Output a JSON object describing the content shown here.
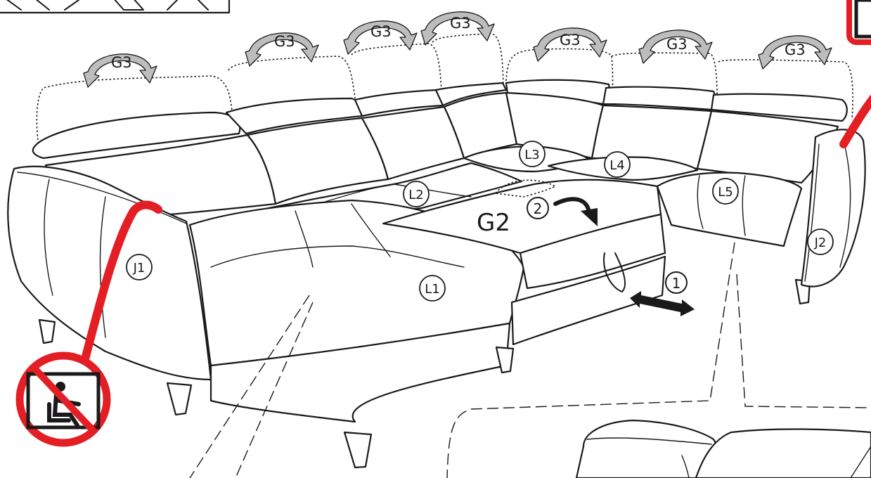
{
  "headrest_label": "G3",
  "mechanism_label": "G2",
  "step_labels": [
    "1",
    "2"
  ],
  "seat_labels": {
    "l1": "L1",
    "l2": "L2",
    "l3": "L3",
    "l4": "L4",
    "l5": "L5"
  },
  "armrest_labels": {
    "j1": "J1",
    "j2": "J2"
  },
  "colors": {
    "outline": "#1a1a1a",
    "warning_red": "#e31e24",
    "arrow_fill": "#bdbdbd",
    "background": "#ffffff"
  },
  "icons": [
    "no-sitting-on-armrest-icon",
    "headrest-adjust-arrow-icon",
    "pull-out-arrow-icon",
    "flip-arrow-icon",
    "upholstery-icon"
  ]
}
